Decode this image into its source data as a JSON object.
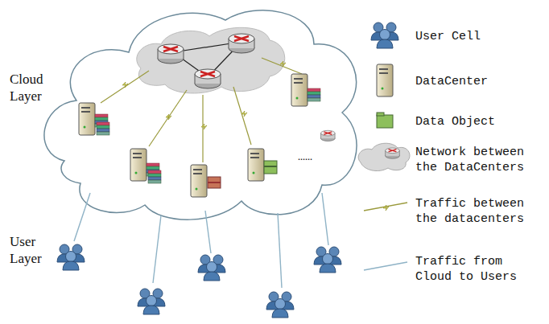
{
  "diagram": {
    "labels": [
      "Cloud Layer",
      "User Layer",
      "……"
    ],
    "legend": [
      {
        "text": "User Cell"
      },
      {
        "text": "DataCenter"
      },
      {
        "text": "Data Object"
      },
      {
        "text": "Network between the DataCenters"
      },
      {
        "text": "Traffic between the datacenters"
      },
      {
        "text": "Traffic from Cloud to Users"
      }
    ]
  }
}
